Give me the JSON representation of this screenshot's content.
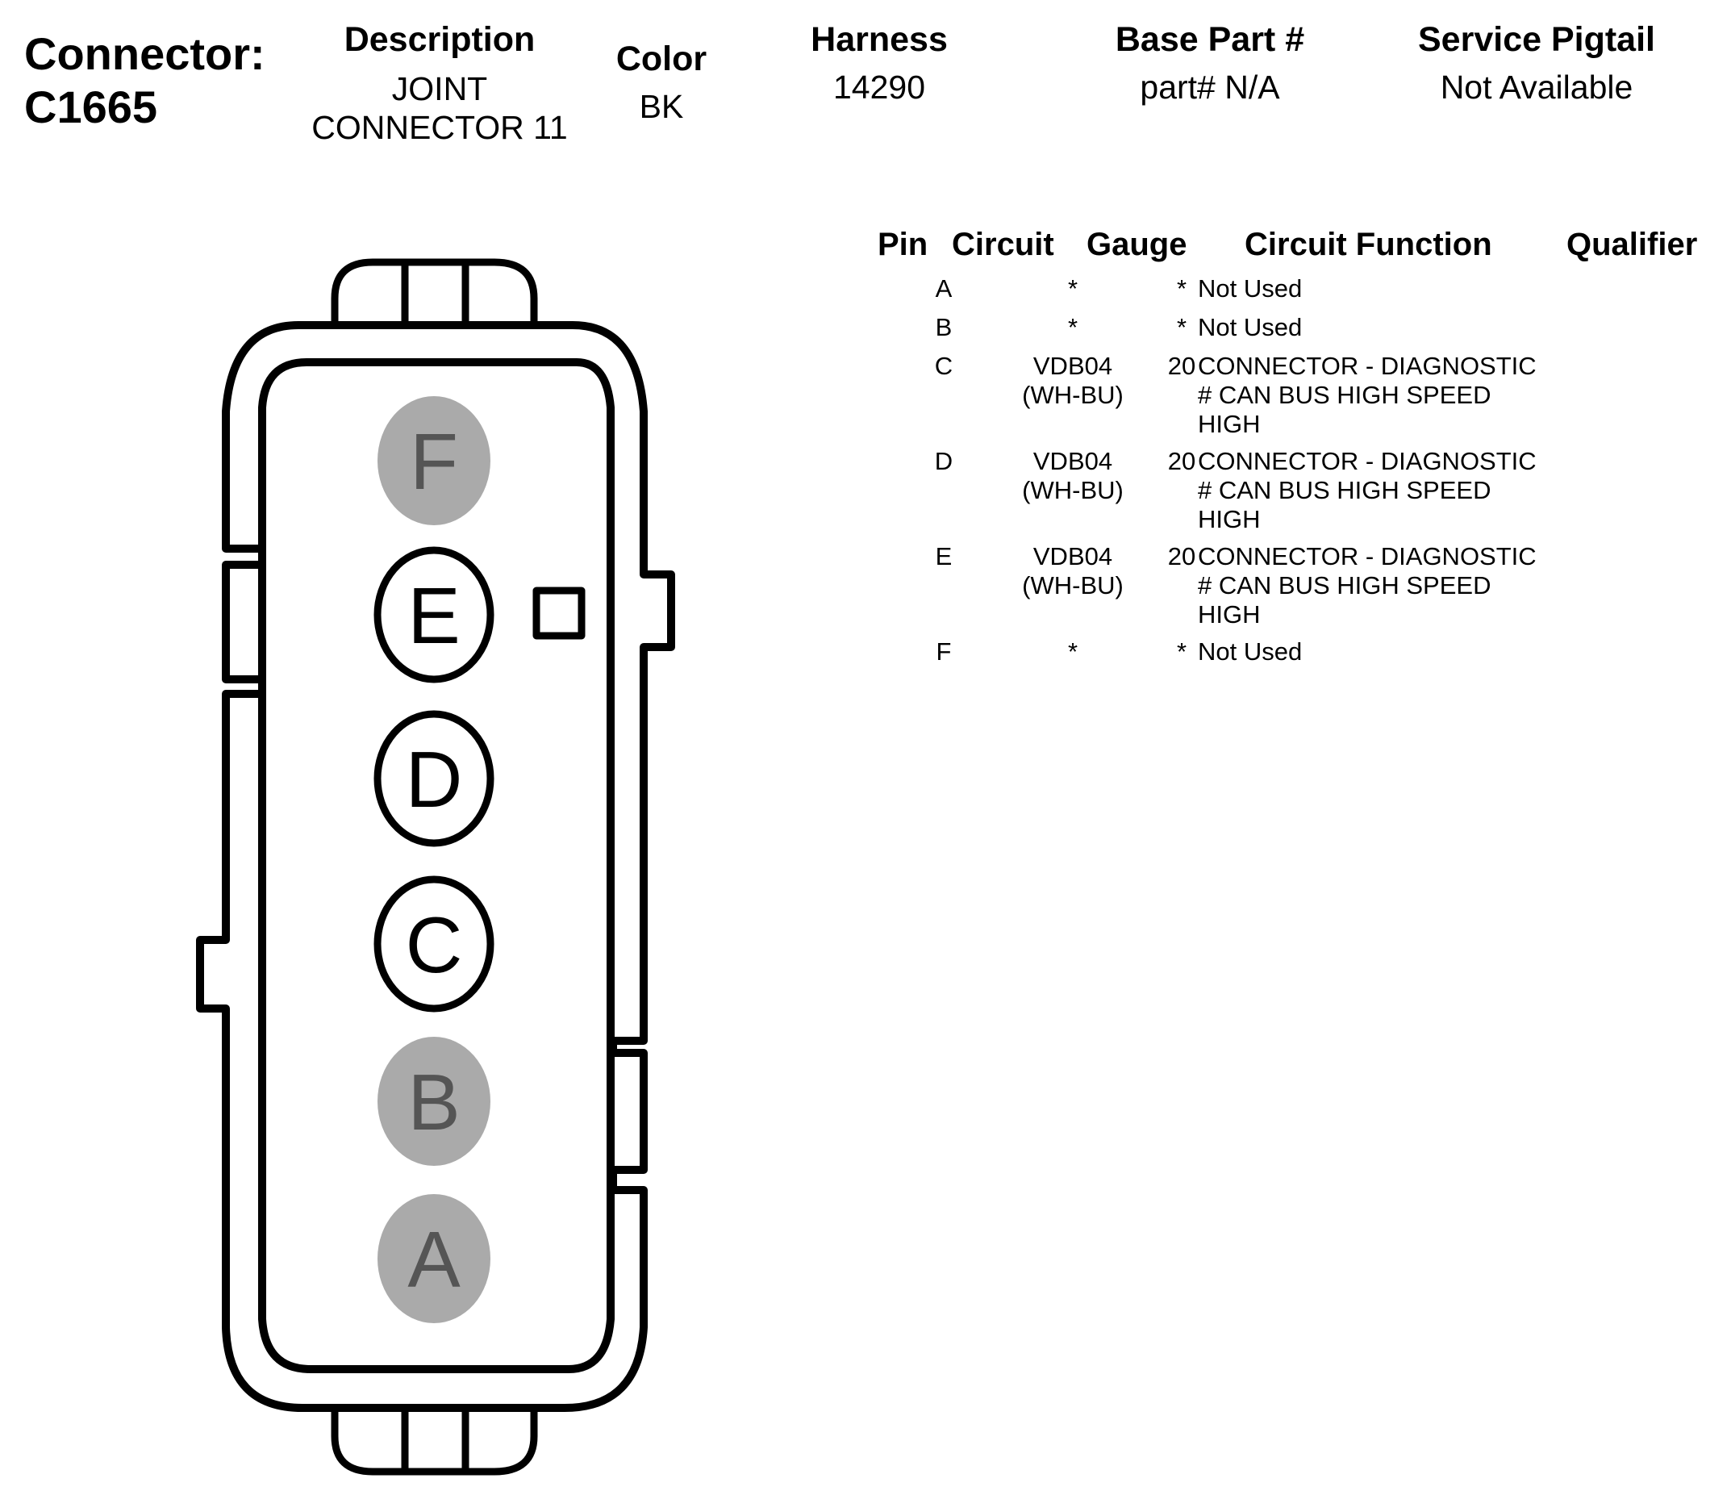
{
  "header": {
    "connector_label": "Connector:",
    "connector_id": "C1665",
    "description_label": "Description",
    "description_line1": "JOINT",
    "description_line2": "CONNECTOR 11",
    "color_label": "Color",
    "color_value": "BK",
    "harness_label": "Harness",
    "harness_value": "14290",
    "base_part_label": "Base Part #",
    "base_part_value": "part# N/A",
    "pigtail_label": "Service Pigtail",
    "pigtail_value": "Not Available"
  },
  "table": {
    "headers": {
      "pin": "Pin",
      "circuit": "Circuit",
      "gauge": "Gauge",
      "function": "Circuit Function",
      "qualifier": "Qualifier"
    },
    "rows": [
      {
        "pin": "A",
        "circuit": "*",
        "gauge": "*",
        "function": "Not Used",
        "qualifier": ""
      },
      {
        "pin": "B",
        "circuit": "*",
        "gauge": "*",
        "function": "Not Used",
        "qualifier": ""
      },
      {
        "pin": "C",
        "circuit": "VDB04",
        "circuit_color": "(WH-BU)",
        "gauge": "20",
        "function": "CONNECTOR - DIAGNOSTIC\n# CAN BUS HIGH SPEED\nHIGH",
        "qualifier": ""
      },
      {
        "pin": "D",
        "circuit": "VDB04",
        "circuit_color": "(WH-BU)",
        "gauge": "20",
        "function": "CONNECTOR - DIAGNOSTIC\n# CAN BUS HIGH SPEED\nHIGH",
        "qualifier": ""
      },
      {
        "pin": "E",
        "circuit": "VDB04",
        "circuit_color": "(WH-BU)",
        "gauge": "20",
        "function": "CONNECTOR - DIAGNOSTIC\n# CAN BUS HIGH SPEED\nHIGH",
        "qualifier": ""
      },
      {
        "pin": "F",
        "circuit": "*",
        "gauge": "*",
        "function": "Not Used",
        "qualifier": ""
      }
    ]
  },
  "diagram": {
    "pins": [
      {
        "label": "F",
        "used": false
      },
      {
        "label": "E",
        "used": true
      },
      {
        "label": "D",
        "used": true
      },
      {
        "label": "C",
        "used": true
      },
      {
        "label": "B",
        "used": false
      },
      {
        "label": "A",
        "used": false
      }
    ],
    "colors": {
      "outline": "#000000",
      "unused_fill": "#aaaaaa",
      "unused_text": "#555555",
      "used_fill": "#ffffff",
      "used_text": "#000000"
    }
  }
}
